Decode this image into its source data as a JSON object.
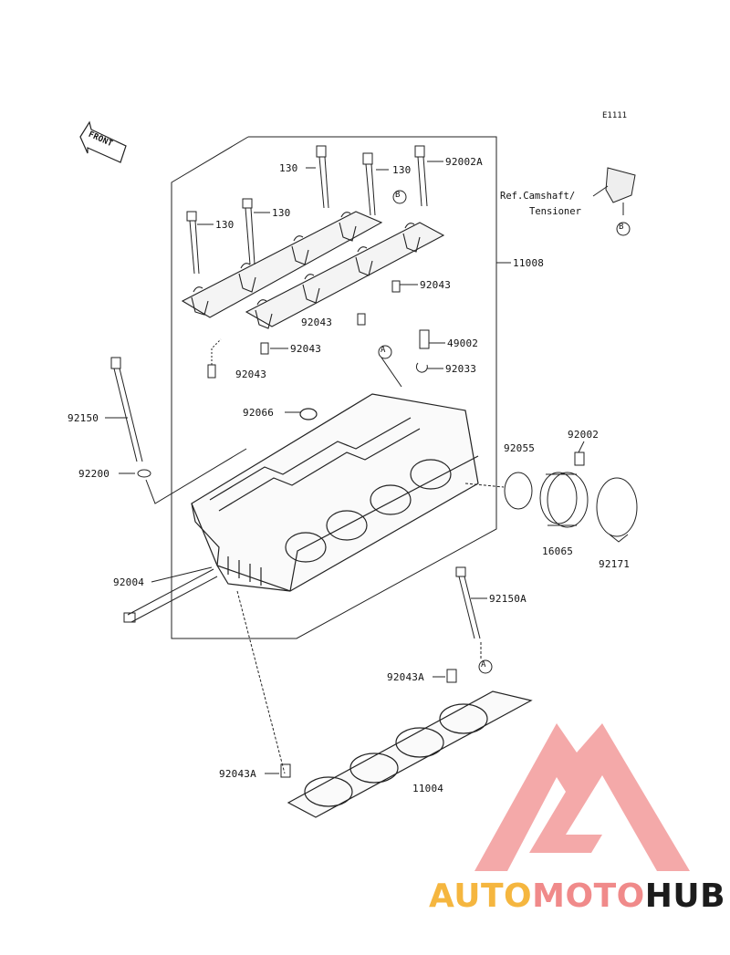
{
  "figure_code": "E1111",
  "front_label": "FRONT",
  "reference": {
    "line1": "Ref.Camshaft/",
    "line2": "Tensioner"
  },
  "markers": {
    "a": "A",
    "b": "B"
  },
  "parts": {
    "p130a": "130",
    "p130b": "130",
    "p130c": "130",
    "p130d": "130",
    "p92002A": "92002A",
    "p11008": "11008",
    "p92043a": "92043",
    "p92043b": "92043",
    "p92043c": "92043",
    "p92043d": "92043",
    "p49002": "49002",
    "p92033": "92033",
    "p92150": "92150",
    "p92066": "92066",
    "p92200": "92200",
    "p92002": "92002",
    "p92055": "92055",
    "p16065": "16065",
    "p92171": "92171",
    "p92004": "92004",
    "p92150A": "92150A",
    "p92043Aa": "92043A",
    "p92043Ab": "92043A",
    "p11004": "11004"
  },
  "watermark": {
    "part1": "AUTO",
    "part2": "MOTO",
    "part3": "HUB",
    "colors": [
      "#f5b63f",
      "#f08a8a",
      "#1c1c1c"
    ]
  }
}
